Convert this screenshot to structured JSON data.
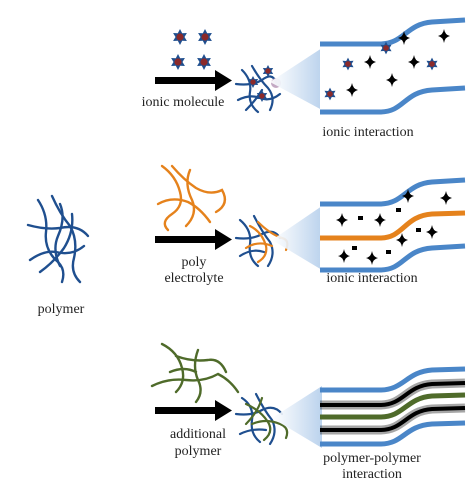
{
  "colors": {
    "polymer": "#1f4f8f",
    "polyelectrolyte": "#e5821c",
    "additional_polymer": "#4f6b2a",
    "ion_fill": "#8b2a2a",
    "ion_outline": "#1f4f8f",
    "channel_wall": "#4a86c8",
    "cone": "#c9dcf1",
    "arrow": "#000000",
    "star": "#000000"
  },
  "labels": {
    "polymer": "polymer",
    "ionic_molecule": "ionic molecule",
    "ionic_interaction_1": "ionic interaction",
    "poly_electrolyte_line1": "poly",
    "poly_electrolyte_line2": "electrolyte",
    "ionic_interaction_2": "ionic interaction",
    "additional_polymer_line1": "additional",
    "additional_polymer_line2": "polymer",
    "polymer_polymer_line1": "polymer-polymer",
    "polymer_polymer_line2": "interaction"
  },
  "icons": {
    "ion": "hexagram-star-icon",
    "charge": "four-point-star-icon",
    "arrow": "right-arrow-icon"
  }
}
